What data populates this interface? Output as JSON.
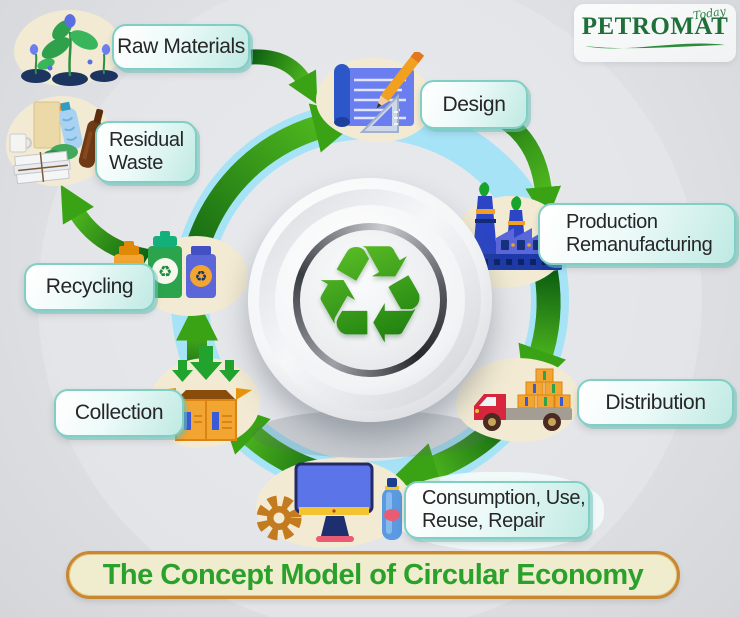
{
  "logo": {
    "brand": "PETROMAT",
    "tagline": "Today"
  },
  "title": {
    "text": "The Concept Model of Circular Economy"
  },
  "center": {
    "recycle_symbol": "♻"
  },
  "stages": {
    "raw_materials": {
      "label": "Raw Materials"
    },
    "design": {
      "label": "Design"
    },
    "production": {
      "line1": "Production",
      "line2": "Remanufacturing"
    },
    "distribution": {
      "label": "Distribution"
    },
    "consumption": {
      "line1": "Consumption, Use,",
      "line2": "Reuse, Repair"
    },
    "collection": {
      "label": "Collection"
    },
    "recycling": {
      "label": "Recycling"
    },
    "residual_waste": {
      "line1": "Residual",
      "line2": "Waste"
    }
  },
  "icons": {
    "raw_materials": "seedling-plants-icon",
    "design": "blueprint-pencil-icon",
    "production": "factory-icon",
    "distribution": "delivery-truck-icon",
    "consumption": "computer-gear-bottle-icon",
    "collection": "open-box-arrows-icon",
    "recycling": "recycle-bins-icon",
    "residual_waste": "waste-pile-icon",
    "center": "recycle-symbol-icon"
  },
  "colors": {
    "ring_blue": "#a6e3f7",
    "arrow_dark_green": "#0d5f11",
    "arrow_light_green": "#4fb81e",
    "pill_border_teal": "#7fcfc5",
    "title_text_green": "#2aa12b",
    "title_border_orange": "#c9872f",
    "title_bg_cream": "#efedcd",
    "logo_green": "#1e6f38",
    "recycle_symbol_green": "#2f9a14",
    "cloud_cream": "#f2ead2"
  }
}
